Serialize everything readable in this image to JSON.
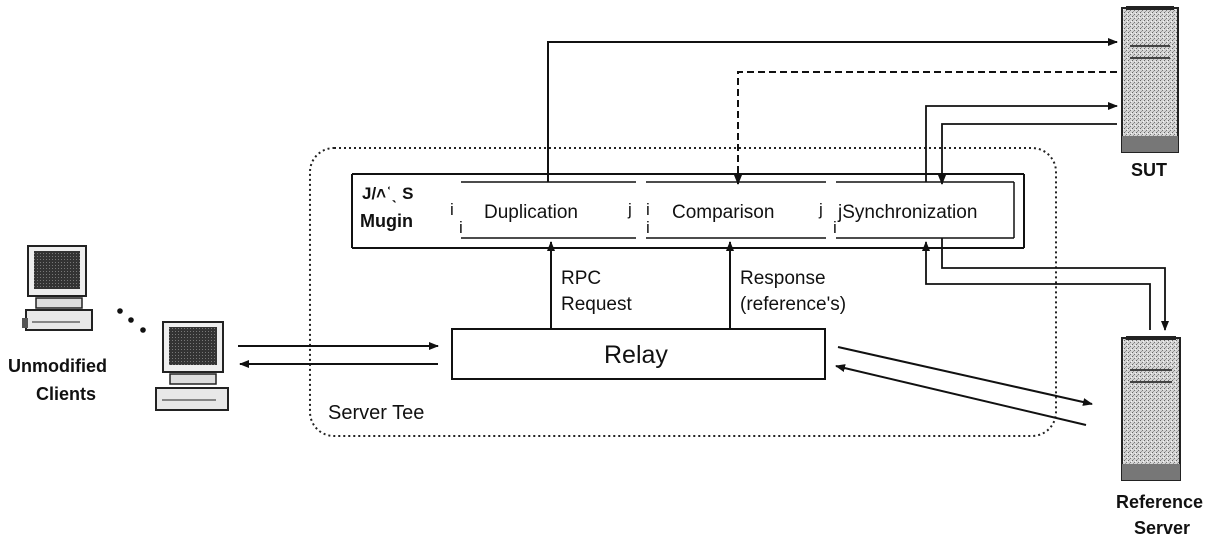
{
  "labels": {
    "nfs_plugin_line1": "J/˄ʿˎ S",
    "nfs_plugin_line2": "Mugin",
    "duplication": "Duplication",
    "comparison": "Comparison",
    "synchronization": "jSynchronization",
    "rpc_request_line1": "RPC",
    "rpc_request_line2": "Request",
    "response_line1": "Response",
    "response_line2": "(reference's)",
    "relay": "Relay",
    "server_tee": "Server Tee",
    "clients_line1": "Unmodified",
    "clients_line2": "Clients",
    "sut": "SUT",
    "reference_line1": "Reference",
    "reference_line2": "Server",
    "tick_i": "i",
    "tick_j": "j"
  }
}
